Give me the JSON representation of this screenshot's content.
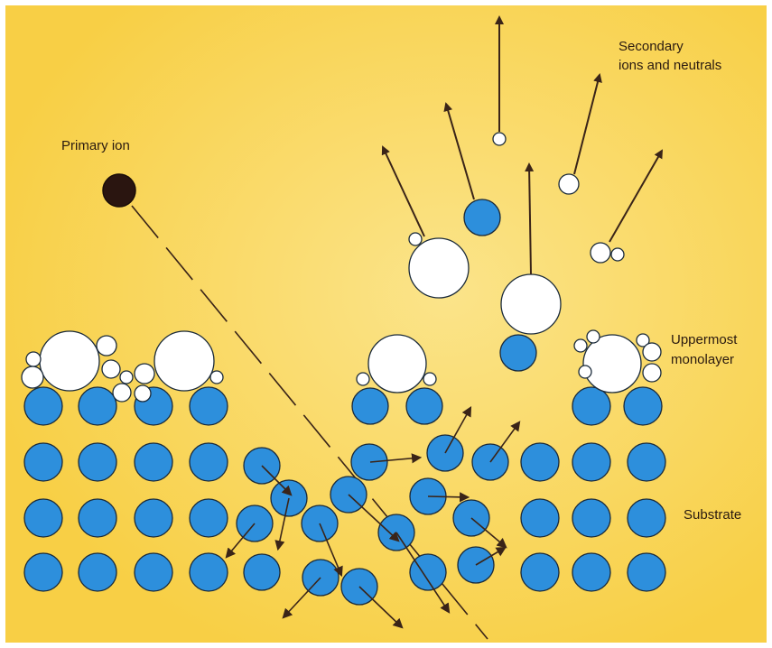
{
  "labels": {
    "primary_ion": "Primary ion",
    "secondary_line1": "Secondary",
    "secondary_line2": "ions and neutrals",
    "uppermost_line1": "Uppermost",
    "uppermost_line2": "monolayer",
    "substrate": "Substrate"
  },
  "colors": {
    "background": "#f8cf45",
    "background_highlight": "#fbe48a",
    "substrate_atom": "#2d8fdc",
    "adsorbate_atom": "#ffffff",
    "primary_ion": "#2a1510",
    "arrow": "#3a2418",
    "outline": "#1a2a3a"
  }
}
